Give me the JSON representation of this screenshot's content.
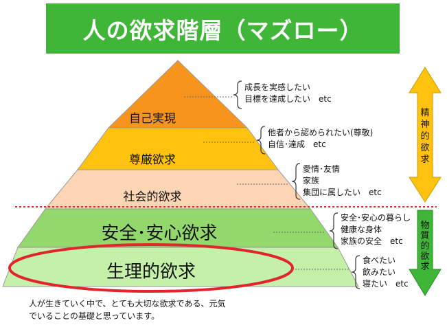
{
  "title": "人の欲求階層（マズロー）",
  "levels": [
    {
      "label": "自己実現",
      "color": "#f7941d"
    },
    {
      "label": "尊厳欲求",
      "color": "#ffc20e"
    },
    {
      "label": "社会的欲求",
      "color": "#fcd5b5"
    },
    {
      "label": "安全･安心欲求",
      "color": "#92d86c"
    },
    {
      "label": "生理的欲求",
      "color": "#c4f0a7"
    }
  ],
  "notes": [
    {
      "lines": [
        "成長を実感したい",
        "目標を達成したい　etc"
      ]
    },
    {
      "lines": [
        "他者から認められたい(尊敬)",
        "自信･達成　etc"
      ]
    },
    {
      "lines": [
        "愛情･友情",
        "家族",
        "集団に属したい　etc"
      ]
    },
    {
      "lines": [
        "安全･安心の暮らし",
        "健康な身体",
        "家族の安全　etc"
      ]
    },
    {
      "lines": [
        "食べたい",
        "飲みたい",
        "寝たい　etc"
      ]
    }
  ],
  "arrows": [
    {
      "label": "精神的欲求",
      "color": "#ffc20e"
    },
    {
      "label": "物質的欲求",
      "color": "#3fb638"
    }
  ],
  "caption": "人が生きていく中で、とても大切な欲求である、元気\nでいることの基礎と思っています。",
  "highlight_color": "#e0252b",
  "divider_color": "#e0252b"
}
